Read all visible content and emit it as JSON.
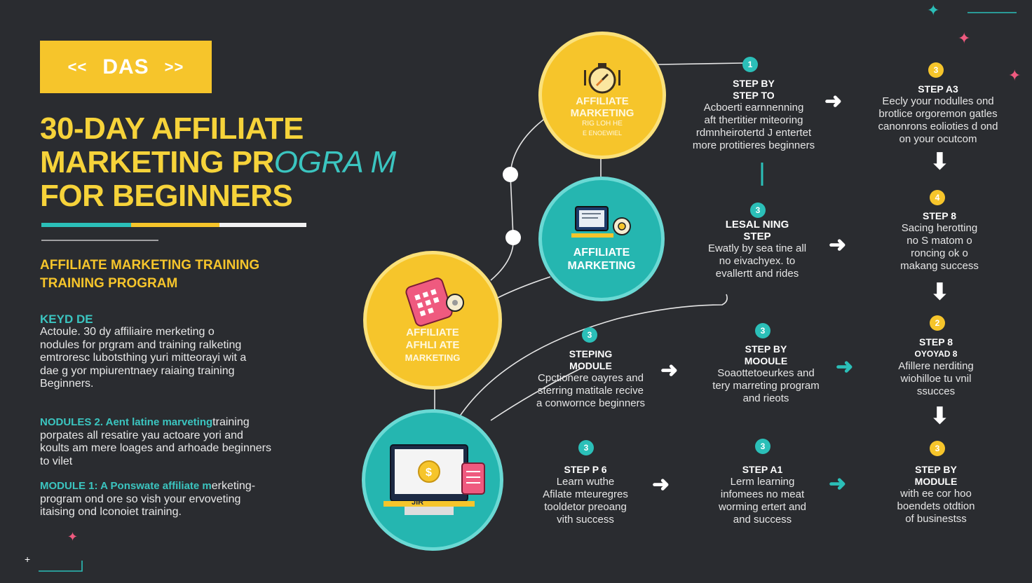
{
  "badge": {
    "label": "DAS",
    "left": "<<",
    "right": ">>"
  },
  "title": {
    "line1": "30-DAY AFFILIATE",
    "line2a": "MARKETING PR",
    "line2b": "OGRA M",
    "line3": "FOR BEGINNERS"
  },
  "subtitle": {
    "line1": "AFFILIATE MARKETING TRAINING",
    "line2": "TRAINING PROGRAM"
  },
  "key": {
    "heading": "KEYD DE",
    "body": [
      "Actoule. 30 dy affiliaire merketing o",
      "nodules for prgram and training ralketing",
      "emtroresc lubotsthing yuri mitteorayi wit a",
      "dae g yor mpiurentnaey raiaing training",
      "Beginners."
    ]
  },
  "module2": {
    "heading": "NODULES 2. Aent latine marveting",
    "heading_tail": "training",
    "body": [
      "porpates all resatire yau actoare yori and",
      "koults am mere loages and arhoade beginners",
      "to vilet"
    ]
  },
  "module1": {
    "heading": "MODULE 1: A Ponswate affiliate m",
    "heading_tail": "erketing-",
    "body": [
      "program ond ore so vish your ervoveting",
      "itaising ond lconoiet training."
    ]
  },
  "circles": {
    "c1": [
      "AFFILIATE",
      "MARKETING",
      "RIG LOH HE",
      "E ENOEWIEL"
    ],
    "c2": [
      "AFFILIATE",
      "MARKETING"
    ],
    "c3": [
      "AFFILIATE",
      "AFHLI ATE",
      "MARKETING"
    ],
    "c4_tag": "JIR"
  },
  "steps": {
    "r1c1": {
      "num": "1",
      "title": [
        "STEP BY",
        "STEP TO"
      ],
      "body": [
        "Acboerti earnnenning",
        "aft thertitier miteoring",
        "rdmnheirotertd J entertet",
        "more protitieres beginners"
      ]
    },
    "r1c2": {
      "num": "3",
      "title": [
        "STEP A3"
      ],
      "body": [
        "Eecly your nodulles ond",
        "brotlice orgoremon gatles",
        "canonrons eolioties d ond",
        "on your ocutcom"
      ]
    },
    "r2c1": {
      "num": "3",
      "title": [
        "LESAL NING",
        "STEP"
      ],
      "body": [
        "Ewatly by sea tine all",
        "no eivachyex. to",
        "evallertt and rides"
      ]
    },
    "r2c2": {
      "num": "4",
      "title": [
        "STEP 8"
      ],
      "body": [
        "Sacing herotting",
        "no S matom o",
        "roncing ok o",
        "makang success"
      ]
    },
    "r3c1": {
      "num": "3",
      "title": [
        "STEPING",
        "MODULE"
      ],
      "body": [
        "Cpctionere oayres and",
        "sterring matitale recive",
        "a conwornce beginners"
      ]
    },
    "r3c2": {
      "num": "3",
      "title": [
        "STEP BY",
        "MOOULE"
      ],
      "body": [
        "Soaottetoeurkes and",
        "tery marreting program",
        "and rieots"
      ]
    },
    "r3c3": {
      "num": "2",
      "title": [
        "STEP 8",
        "OYOYAD 8"
      ],
      "body": [
        "Afillere nerditing",
        "wiohilloe tu vnil",
        "ssucces"
      ]
    },
    "r4c1": {
      "num": "3",
      "title": [
        "STEP P 6"
      ],
      "body": [
        "Learn wuthe",
        "Afilate mteuregres",
        "tooldetor preoang",
        "vith success"
      ]
    },
    "r4c2": {
      "num": "3",
      "title": [
        "STEP A1"
      ],
      "body": [
        "Lerm learning",
        "infomees no meat",
        "worming ertert and",
        "and success"
      ]
    },
    "r4c3": {
      "num": "3",
      "title": [
        "STEP BY",
        "MODULE"
      ],
      "body": [
        "with ee cor hoo",
        "boendets otdtion",
        "of businestss"
      ]
    }
  },
  "colors": {
    "background": "#2a2c30",
    "yellow": "#f6c52b",
    "teal": "#2bbfb8",
    "pink": "#ef5a7f",
    "white": "#ffffff"
  }
}
